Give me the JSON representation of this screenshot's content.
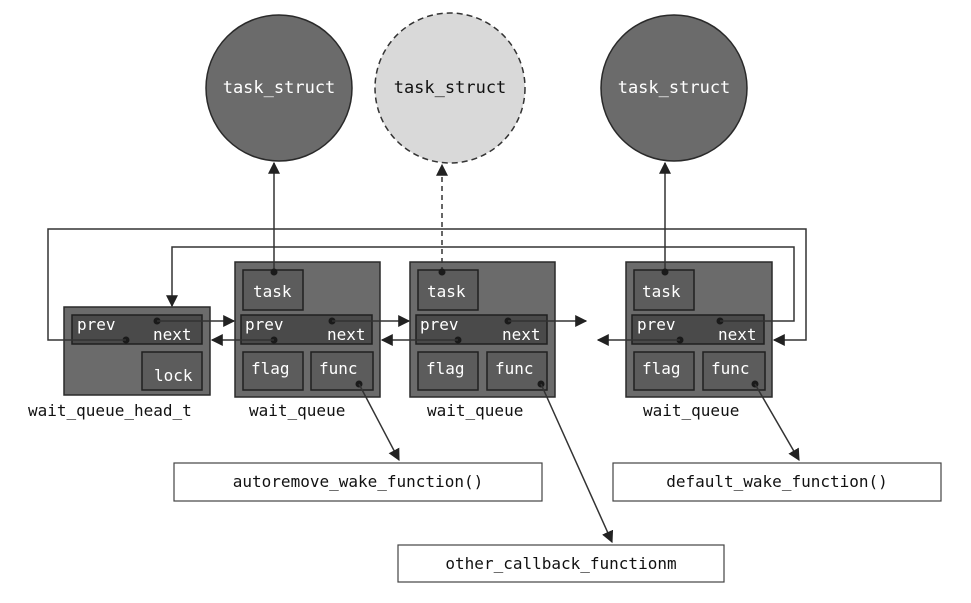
{
  "circles": [
    {
      "label": "task_struct",
      "style": "solid",
      "fill": "#6b6b6b"
    },
    {
      "label": "task_struct",
      "style": "dashed",
      "fill": "#d9d9d9"
    },
    {
      "label": "task_struct",
      "style": "solid",
      "fill": "#6b6b6b"
    }
  ],
  "head": {
    "prev": "prev",
    "next": "next",
    "lock": "lock",
    "caption": "wait_queue_head_t"
  },
  "queues": [
    {
      "task": "task",
      "prev": "prev",
      "next": "next",
      "flag": "flag",
      "func": "func",
      "caption": "wait_queue"
    },
    {
      "task": "task",
      "prev": "prev",
      "next": "next",
      "flag": "flag",
      "func": "func",
      "caption": "wait_queue"
    },
    {
      "task": "task",
      "prev": "prev",
      "next": "next",
      "flag": "flag",
      "func": "func",
      "caption": "wait_queue"
    }
  ],
  "functions": [
    {
      "label": "autoremove_wake_function()"
    },
    {
      "label": "other_callback_functionm"
    },
    {
      "label": "default_wake_function()"
    }
  ],
  "colors": {
    "box_fill": "#6b6b6b",
    "field_fill": "#5c5c5c",
    "list_bar_fill": "#4a4a4a",
    "dashed_circle_fill": "#d9d9d9",
    "line": "#333333"
  }
}
